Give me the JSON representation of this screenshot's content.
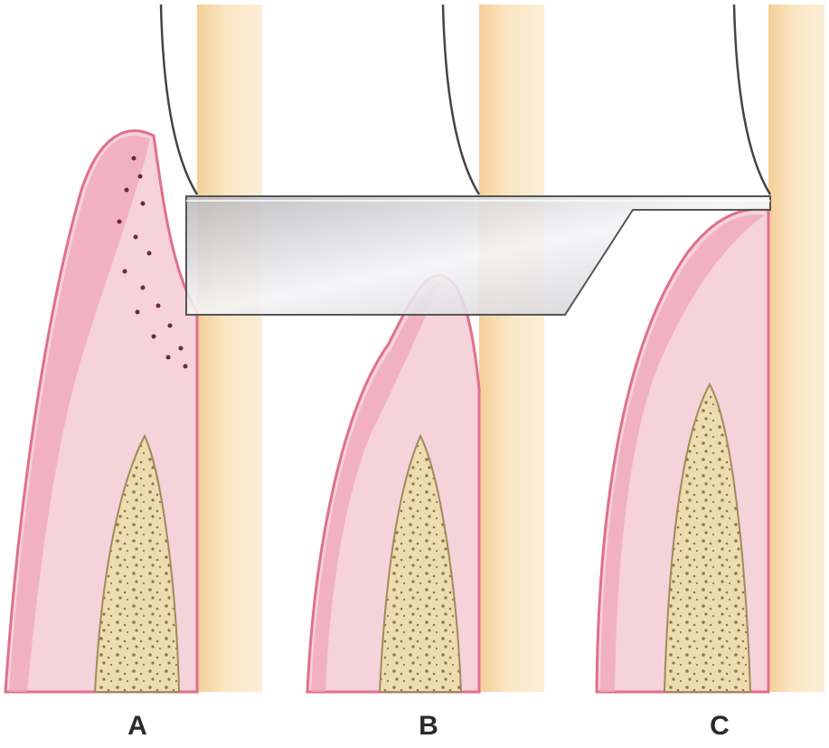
{
  "panels": [
    {
      "label": "A"
    },
    {
      "label": "B"
    },
    {
      "label": "C"
    }
  ],
  "colors": {
    "gingiva": "#f6d2da",
    "gingiva_outline": "#e0708c",
    "epithelium": "#f0a6b8",
    "bone": "#ecdcb0",
    "bone_outline": "#a08a5c",
    "bone_pores": "#8a7a48",
    "tooth_root": "#f6d8a8",
    "blade": "#d4d4d6",
    "handle_outline": "#444444"
  }
}
